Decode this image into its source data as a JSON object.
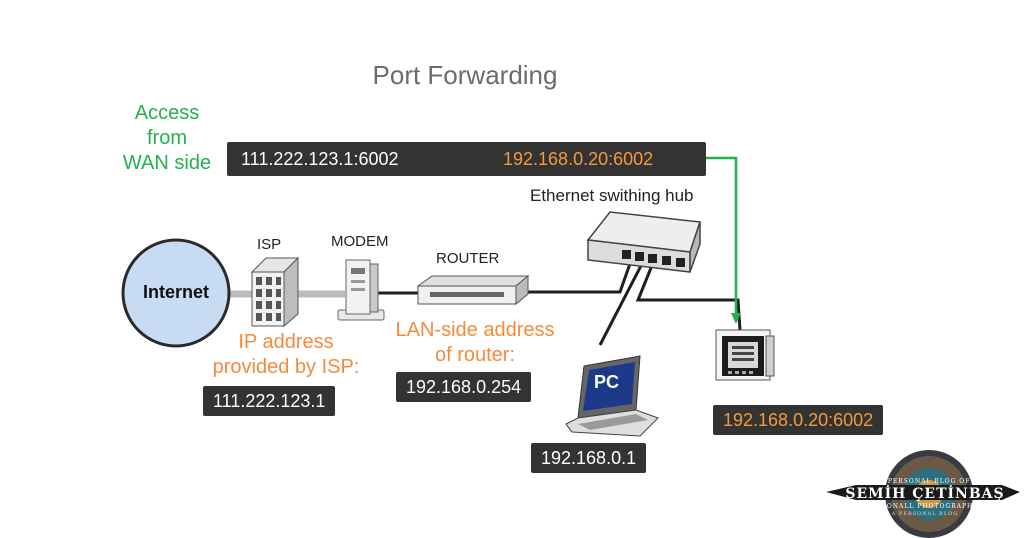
{
  "diagram": {
    "title": "Port Forwarding",
    "wan_access": [
      "Access",
      "from",
      "WAN side"
    ],
    "wan_public": "111.222.123.1:6002",
    "wan_forward": "192.168.0.20:6002",
    "hub_label": "Ethernet swithing hub",
    "internet_label": "Internet",
    "isp_label": "ISP",
    "modem_label": "MODEM",
    "router_label": "ROUTER",
    "isp_desc": [
      "IP address",
      "provided by ISP:"
    ],
    "isp_ip": "111.222.123.1",
    "router_desc": [
      "LAN-side address",
      "of router:"
    ],
    "router_ip": "192.168.0.254",
    "pc_label": "PC",
    "pc_ip": "192.168.0.1",
    "device_ip": "192.168.0.20:6002"
  },
  "watermark": {
    "top_text": "A PERSONAL BLOG OF",
    "name": "SEMİH ÇETİNBAŞ",
    "subtitle": "PERSONALL PHOTOGRAPHER",
    "bottom_text": "A PERSONAL BLOG"
  },
  "colors": {
    "green": "#22b14c",
    "orange": "#f58a3c",
    "dark_box": "#333333"
  }
}
